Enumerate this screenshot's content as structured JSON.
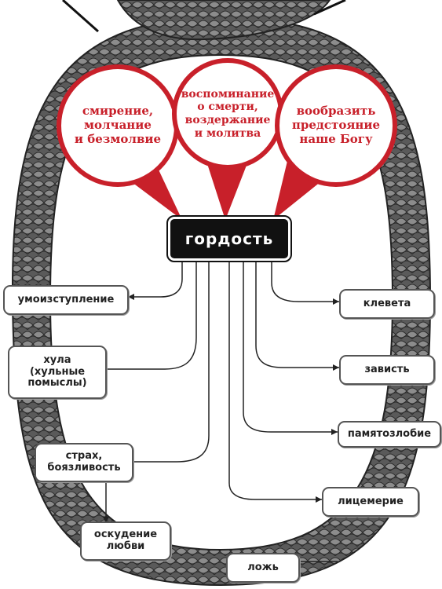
{
  "diagram": {
    "center": "гордость",
    "virtues": [
      "смирение,\nмолчание\nи безмолвие",
      "воспоминание\nо смерти,\nвоздержание\nи молитва",
      "вообразить\nпредстояние\nнаше Богу"
    ],
    "left_nodes": [
      "умоизступление",
      "хула\n(хульные\nпомыслы)",
      "страх,\nбоязливость",
      "оскудение\nлюбви"
    ],
    "right_nodes": [
      "клевета",
      "зависть",
      "памятозлобие",
      "лицемерие",
      "ложь"
    ],
    "colors": {
      "virtue_red": "#c8202a",
      "circle_border": "#c8202a",
      "main_bg": "#111111",
      "serpent_dark": "#3a3a3a",
      "serpent_light": "#9a9a9a"
    },
    "decorations": [
      "serpent-ring",
      "serpent-scales"
    ]
  }
}
